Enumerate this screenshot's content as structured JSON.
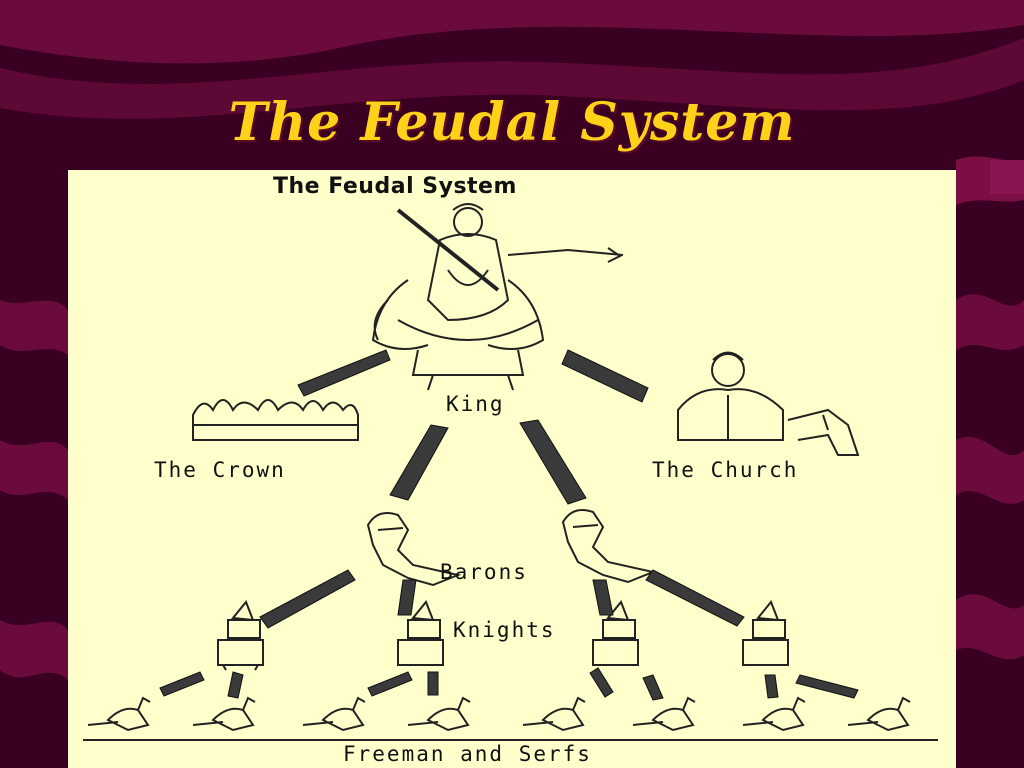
{
  "slide": {
    "title": "The Feudal System"
  },
  "diagram": {
    "heading": "The Feudal System",
    "labels": {
      "king": "King",
      "crown": "The Crown",
      "church": "The Church",
      "barons": "Barons",
      "knights": "Knights",
      "freemen": "Freeman and Serfs"
    }
  },
  "colors": {
    "background": "#3a0021",
    "wave": "#6b0a3c",
    "title": "#ffd21a",
    "panel": "#ffffcc"
  }
}
